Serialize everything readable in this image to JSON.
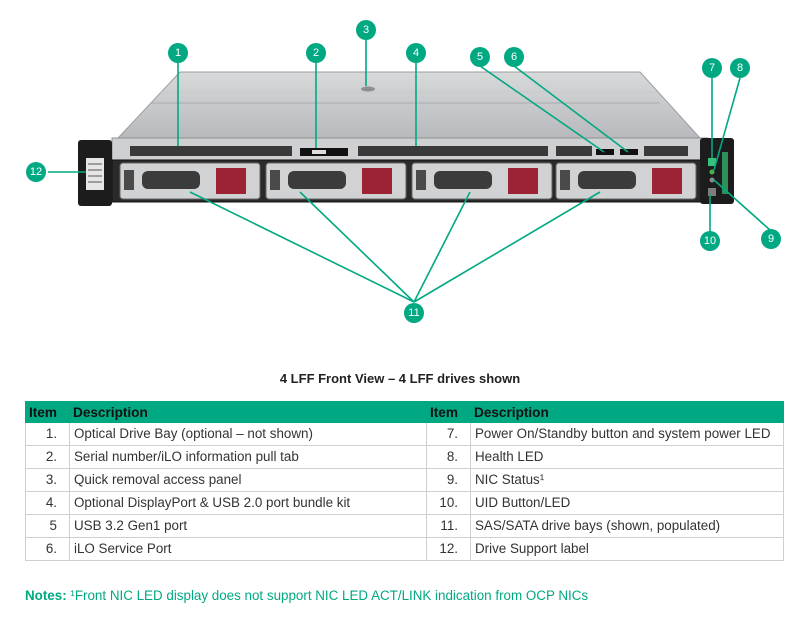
{
  "figure": {
    "callouts": [
      "1",
      "2",
      "3",
      "4",
      "5",
      "6",
      "7",
      "8",
      "9",
      "10",
      "11",
      "12"
    ]
  },
  "caption": "4 LFF Front View – 4 LFF drives shown",
  "table": {
    "headers": [
      "Item",
      "Description",
      "Item",
      "Description"
    ],
    "rows": [
      {
        "left_item": "1.",
        "left_desc": "Optical Drive Bay (optional – not shown)",
        "right_item": "7.",
        "right_desc": "Power On/Standby button and system power LED"
      },
      {
        "left_item": "2.",
        "left_desc": "Serial number/iLO information pull tab",
        "right_item": "8.",
        "right_desc": "Health LED"
      },
      {
        "left_item": "3.",
        "left_desc": "Quick removal access panel",
        "right_item": "9.",
        "right_desc": "NIC Status¹"
      },
      {
        "left_item": "4.",
        "left_desc": "Optional DisplayPort & USB 2.0 port bundle kit",
        "right_item": "10.",
        "right_desc": "UID Button/LED"
      },
      {
        "left_item": "5",
        "left_desc": "USB 3.2 Gen1 port",
        "right_item": "11.",
        "right_desc": "SAS/SATA drive bays (shown, populated)"
      },
      {
        "left_item": "6.",
        "left_desc": "iLO Service Port",
        "right_item": "12.",
        "right_desc": "Drive Support label"
      }
    ]
  },
  "notes": {
    "label": "Notes:",
    "text": " ¹Front NIC LED display does not support NIC LED ACT/LINK indication from OCP NICs"
  },
  "colors": {
    "accent": "#01a982",
    "chassis": "#1c1c1c",
    "drive_latch": "#9b2335"
  }
}
